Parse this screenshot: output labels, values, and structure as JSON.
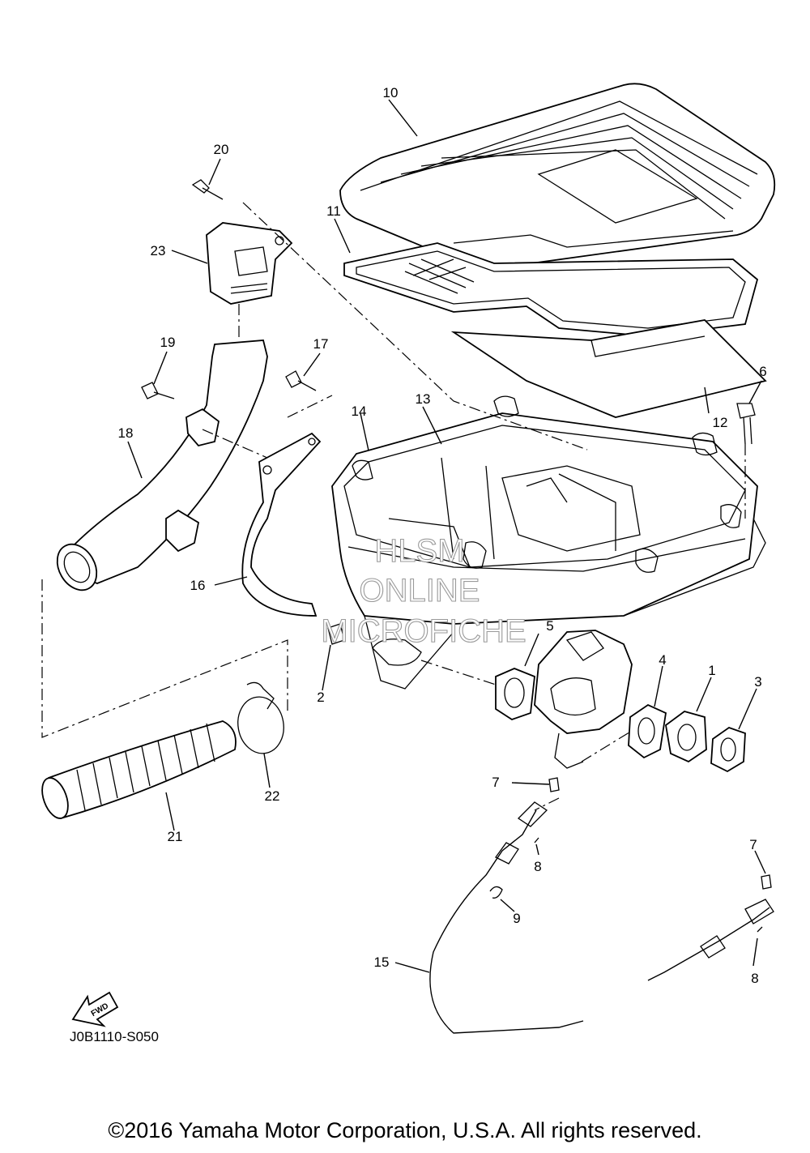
{
  "diagram": {
    "callouts": [
      "10",
      "20",
      "11",
      "23",
      "19",
      "17",
      "6",
      "18",
      "14",
      "13",
      "12",
      "16",
      "5",
      "4",
      "1",
      "3",
      "2",
      "22",
      "21",
      "7",
      "8",
      "7",
      "9",
      "15",
      "8"
    ],
    "watermark": [
      "HLSM",
      "ONLINE",
      "MICROFICHE"
    ],
    "fwd_label": "FWD",
    "drawing_code": "J0B1110-S050",
    "copyright": "©2016 Yamaha Motor Corporation, U.S.A. All rights reserved."
  }
}
